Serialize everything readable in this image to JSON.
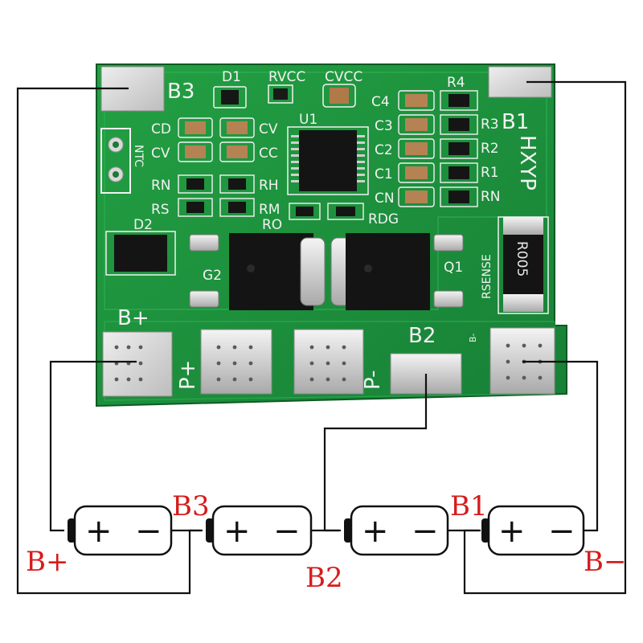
{
  "board": {
    "top_pads": [
      "B3",
      "B1"
    ],
    "left_labels": [
      "CD",
      "CV",
      "RN",
      "RS",
      "D2",
      "B+"
    ],
    "top_labels": [
      "D1",
      "RVCC",
      "CVCC",
      "R4",
      "U1"
    ],
    "mid_labels": [
      "CV",
      "CC",
      "RH",
      "RM",
      "RO",
      "RDG"
    ],
    "right_labels": [
      "C4",
      "C3",
      "C2",
      "C1",
      "CN",
      "R3",
      "R2",
      "R1",
      "RN"
    ],
    "side_text": [
      "NTC",
      "HXYP",
      "RSENSE",
      "R005"
    ],
    "transistor_labels": [
      "G2",
      "Q1"
    ],
    "bottom_pads": [
      "P+",
      "P-",
      "B2",
      "B-"
    ]
  },
  "batteries": {
    "cells": [
      {
        "plus": "+",
        "minus": "−"
      },
      {
        "plus": "+",
        "minus": "−"
      },
      {
        "plus": "+",
        "minus": "−"
      },
      {
        "plus": "+",
        "minus": "−"
      }
    ]
  },
  "labels": {
    "b_plus": "B+",
    "b3": "B3",
    "b2": "B2",
    "b1": "B1",
    "b_minus": "B−"
  },
  "colors": {
    "pcb": "#1f8a3a",
    "pcb_dark": "#146b2a",
    "silkscreen": "#f2f2f2",
    "red_label": "#d61c1c",
    "wire": "#111111"
  }
}
